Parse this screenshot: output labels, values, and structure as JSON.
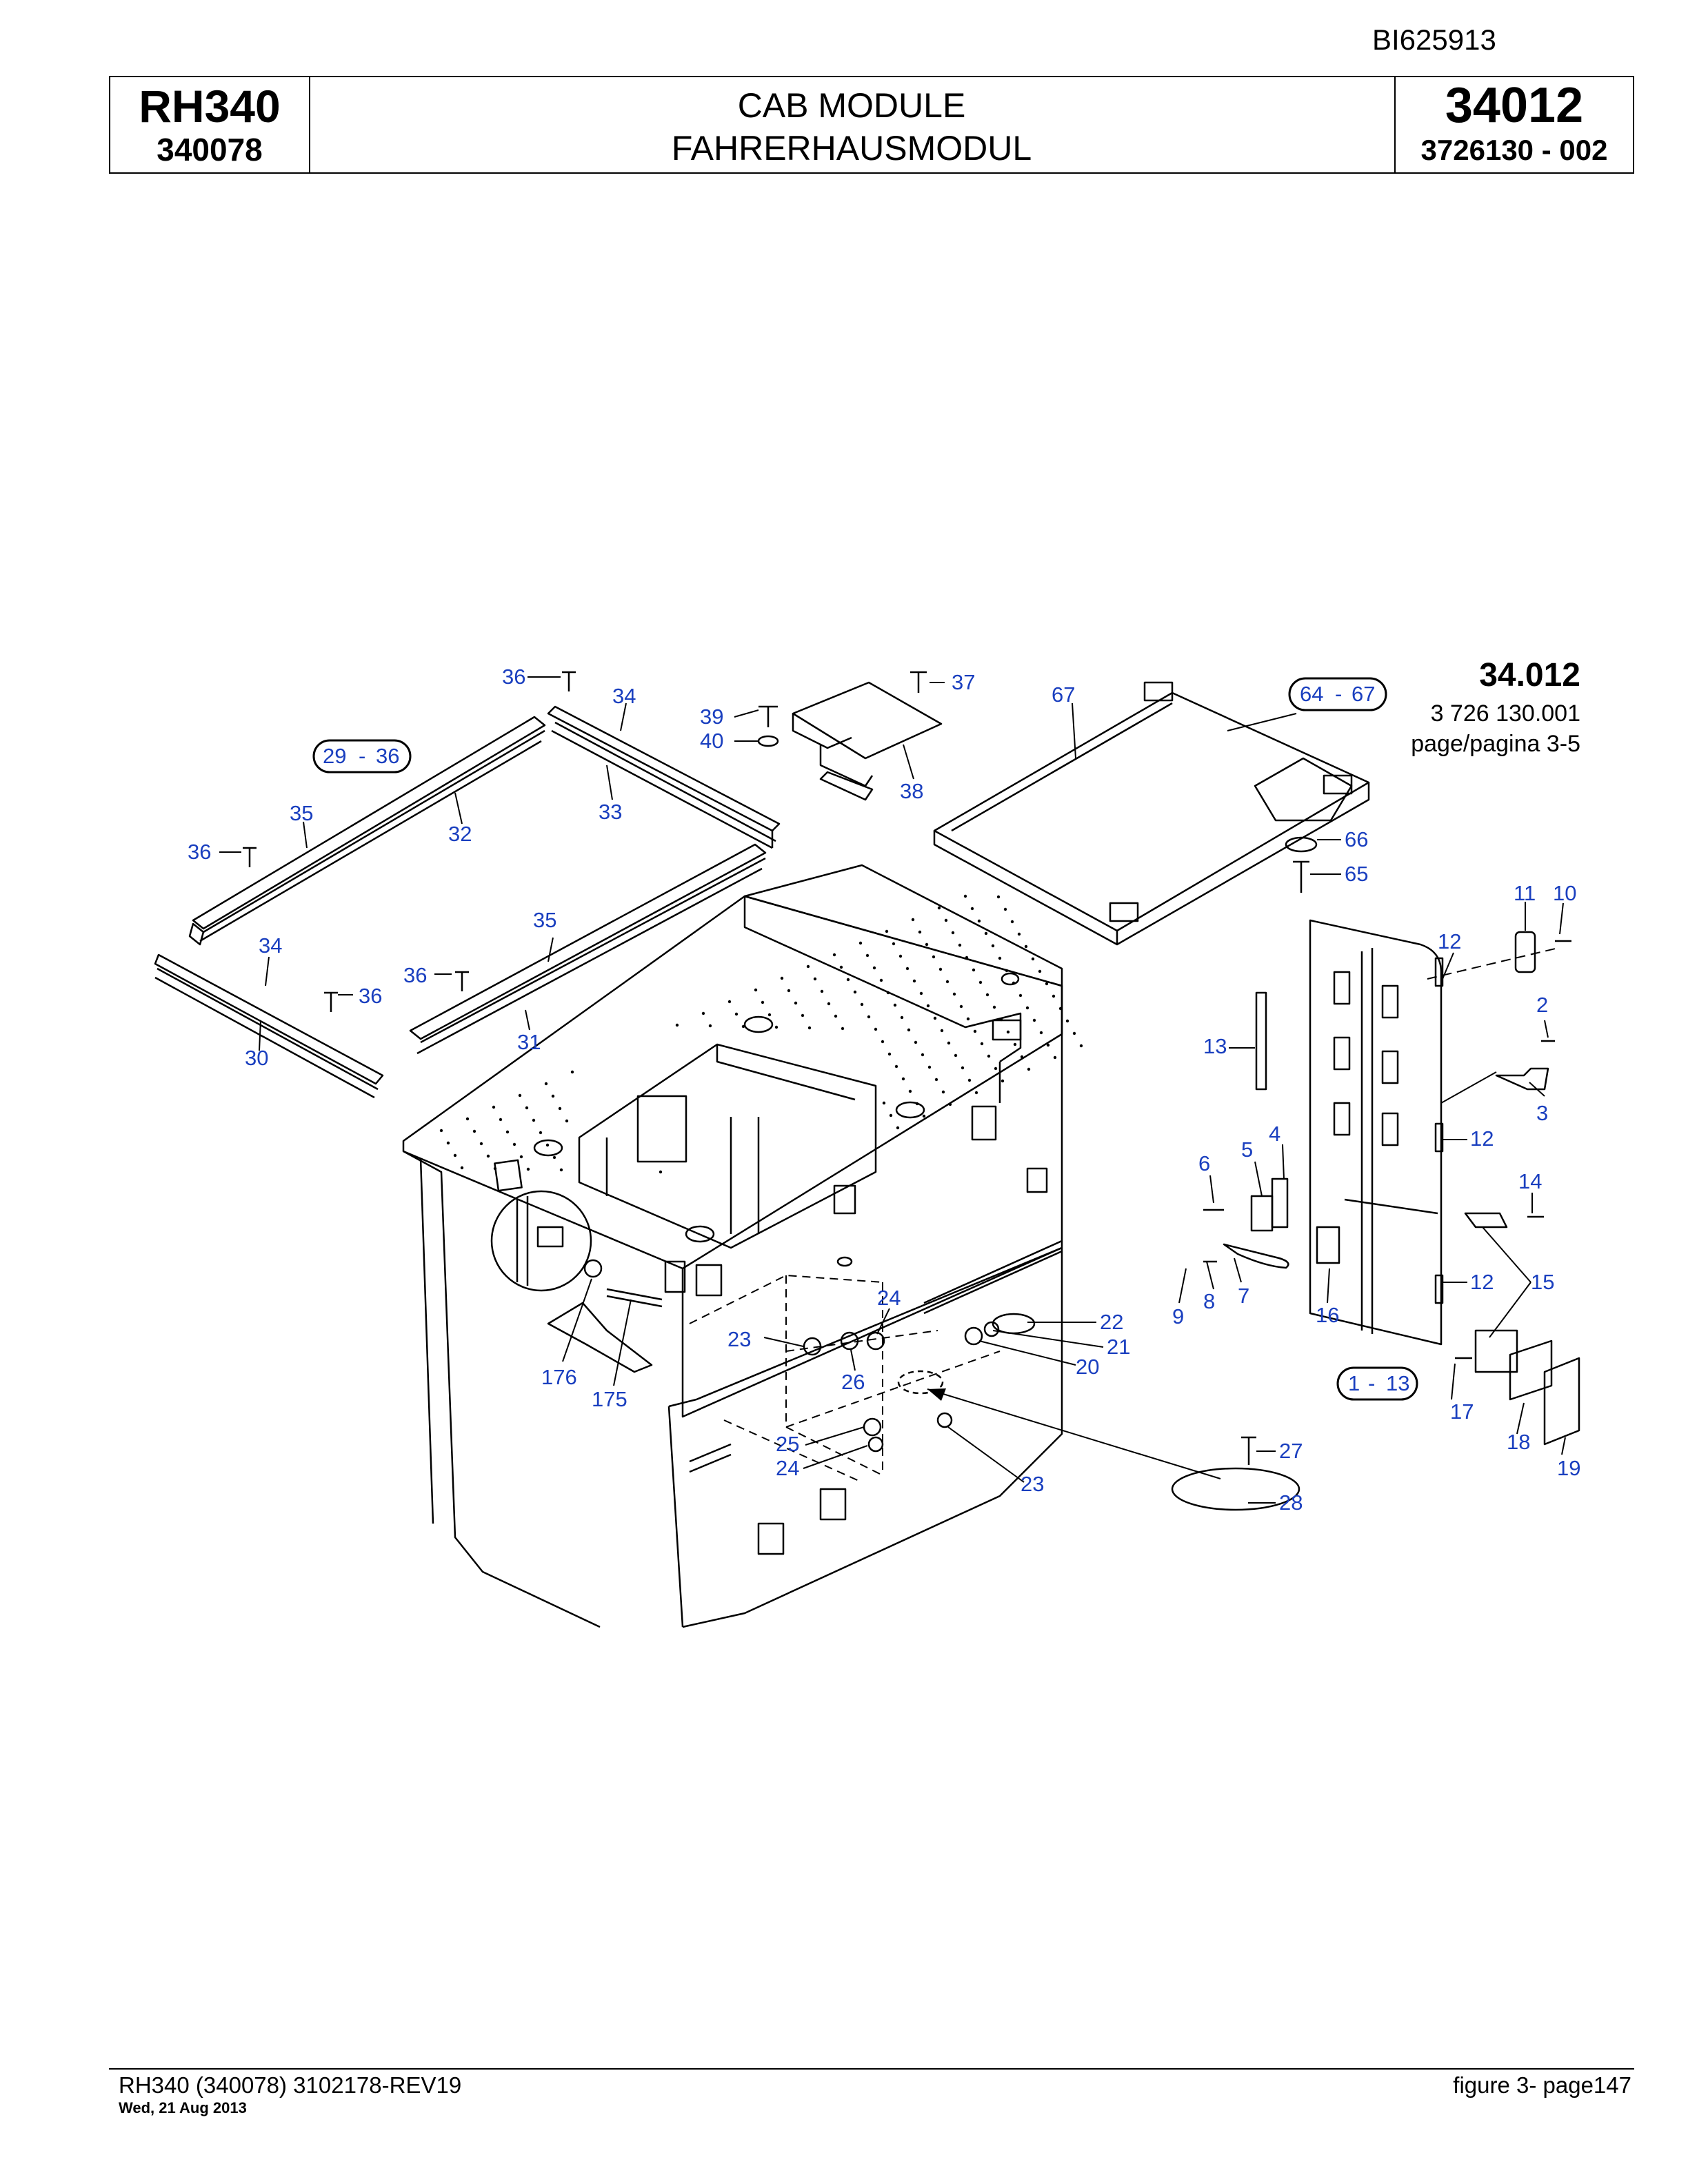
{
  "doc_id": "BI625913",
  "header": {
    "model": "RH340",
    "serial": "340078",
    "title_en": "CAB MODULE",
    "title_de": "FAHRERHAUSMODUL",
    "group": "34012",
    "part_number": "3726130  - 002"
  },
  "figure_ref": {
    "number": "34.012",
    "sub_number": "3 726 130.001",
    "page_ref": "page/pagina 3-5"
  },
  "ranges": {
    "r29_36": {
      "from": "29",
      "to": "36"
    },
    "r64_67": {
      "from": "64",
      "to": "67"
    },
    "r1_13": {
      "from": "1",
      "to": "13"
    }
  },
  "callouts": {
    "c36a": "36",
    "c34a": "34",
    "c39": "39",
    "c40": "40",
    "c37": "37",
    "c67": "67",
    "c33": "33",
    "c38": "38",
    "c35a": "35",
    "c32": "32",
    "c36b": "36",
    "c66": "66",
    "c65": "65",
    "c35b": "35",
    "c34b": "34",
    "c36c": "36",
    "c36d": "36",
    "c11": "11",
    "c10": "10",
    "c12a": "12",
    "c2": "2",
    "c3": "3",
    "c31": "31",
    "c30": "30",
    "c13": "13",
    "c4": "4",
    "c5": "5",
    "c6": "6",
    "c12b": "12",
    "c14": "14",
    "c9": "9",
    "c8": "8",
    "c7": "7",
    "c16": "16",
    "c12c": "12",
    "c15": "15",
    "c24a": "24",
    "c22": "22",
    "c23a": "23",
    "c21": "21",
    "c26": "26",
    "c20": "20",
    "c176": "176",
    "c175": "175",
    "c17": "17",
    "c18": "18",
    "c19": "19",
    "c25": "25",
    "c27": "27",
    "c24b": "24",
    "c23b": "23",
    "c28": "28"
  },
  "footer": {
    "doc_ref": "RH340 (340078) 3102178-REV19",
    "date": "Wed, 21 Aug 2013",
    "page": "figure  3- page147"
  }
}
